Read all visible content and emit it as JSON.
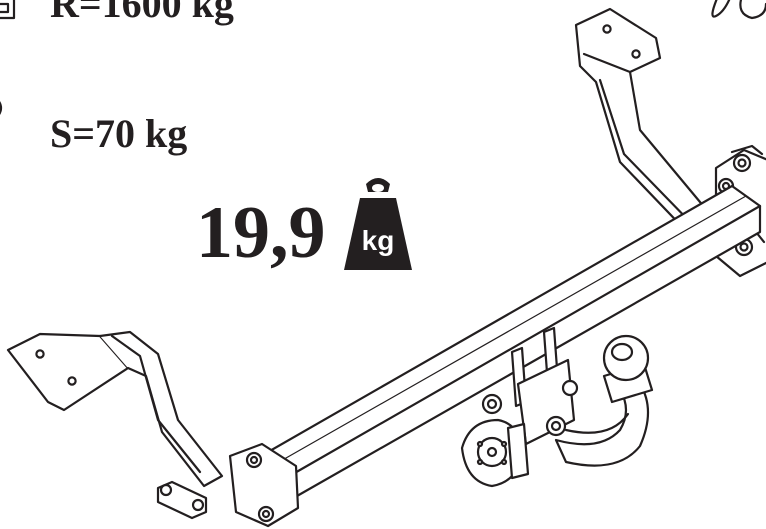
{
  "specs": {
    "top_label": "R=1600 kg",
    "support_label": "S=70 kg"
  },
  "weight": {
    "value": "19,9",
    "unit_icon_text": "kg",
    "icon": "weight-kg-icon"
  },
  "colors": {
    "ink": "#231f20",
    "background": "#ffffff"
  }
}
